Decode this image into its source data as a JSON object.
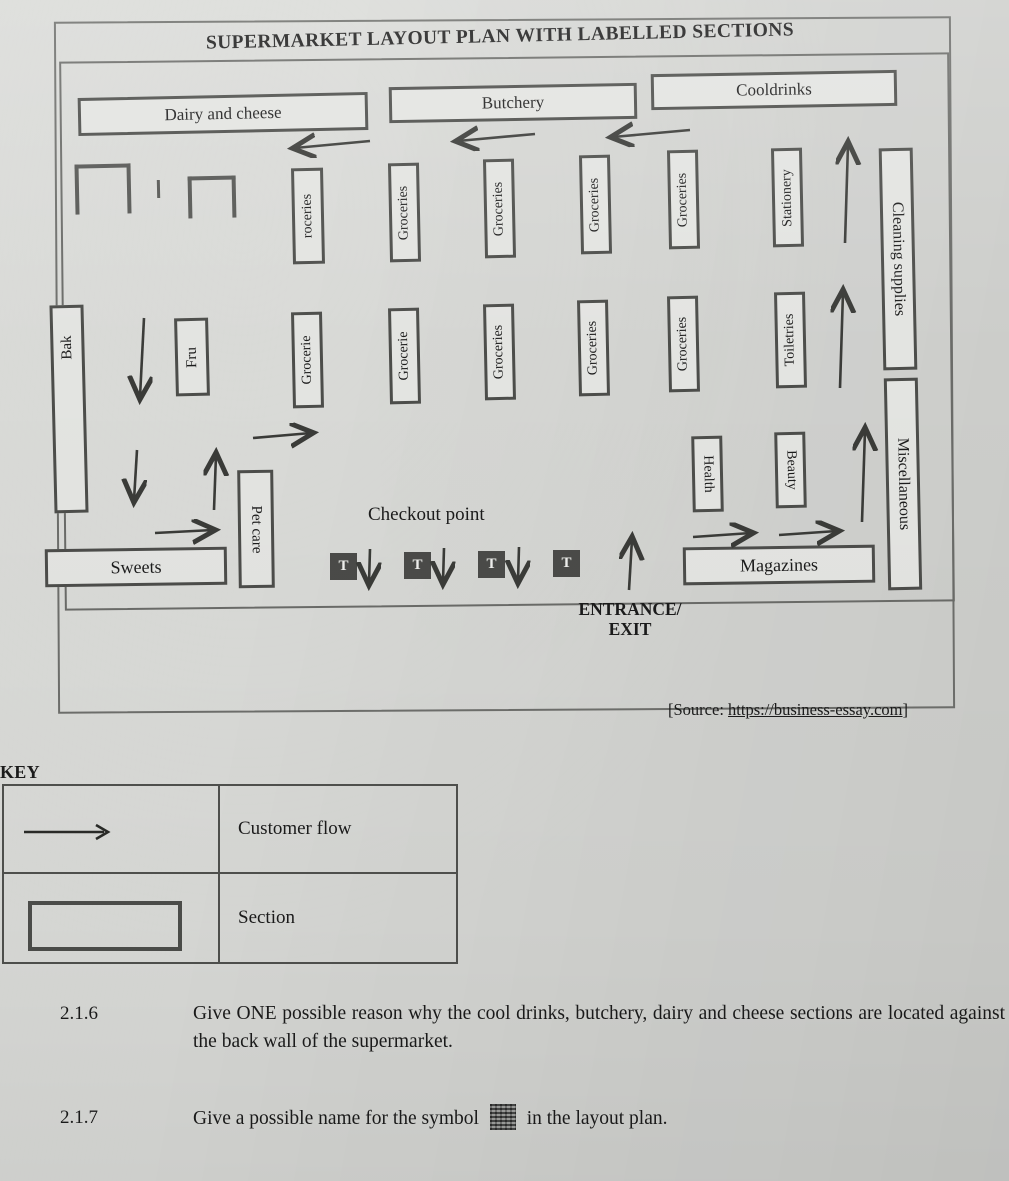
{
  "diagram": {
    "title": "SUPERMARKET LAYOUT PLAN WITH LABELLED SECTIONS",
    "source": "[Source: https://business-essay.com]",
    "source_prefix": "[Source: ",
    "source_url": "https://business-essay.com",
    "source_suffix": "]",
    "checkout_label": "Checkout point",
    "entrance_label": "ENTRANCE/\nEXIT",
    "entrance_line1": "ENTRANCE/",
    "entrance_line2": "EXIT",
    "till_label": "T",
    "tills": [
      "T",
      "T",
      "T",
      "T"
    ],
    "back_wall_sections": [
      {
        "label": "Dairy and cheese"
      },
      {
        "label": "Butchery"
      },
      {
        "label": "Cooldrinks"
      }
    ],
    "aisle_row_1": [
      {
        "label": "roceries"
      },
      {
        "label": "Groceries"
      },
      {
        "label": "Groceries"
      },
      {
        "label": "Groceries"
      },
      {
        "label": "Groceries"
      },
      {
        "label": "Stationery"
      }
    ],
    "aisle_row_2": [
      {
        "label": "Grocerie"
      },
      {
        "label": "Grocerie"
      },
      {
        "label": "Groceries"
      },
      {
        "label": "Groceries"
      },
      {
        "label": "Groceries"
      },
      {
        "label": "Toiletries"
      }
    ],
    "aisle_row_3": [
      {
        "label": "Health"
      },
      {
        "label": "Beauty"
      }
    ],
    "left_sections": [
      {
        "label": "Bak"
      },
      {
        "label": "Fru"
      },
      {
        "label": "Sweets"
      },
      {
        "label": "Pet care"
      }
    ],
    "right_sections": [
      {
        "label": "Cleaning supplies"
      },
      {
        "label": "Miscellaneous"
      }
    ],
    "bottom_sections": [
      {
        "label": "Magazines"
      }
    ]
  },
  "key": {
    "title": "KEY",
    "rows": [
      {
        "symbol": "arrow",
        "label": "Customer flow"
      },
      {
        "symbol": "rectangle",
        "label": "Section"
      }
    ]
  },
  "questions": [
    {
      "number": "2.1.6",
      "text": "Give ONE possible reason why the cool drinks, butchery, dairy and cheese sections are located against the back wall of the supermarket."
    },
    {
      "number": "2.1.7",
      "text_before": "Give a possible name for the symbol",
      "text_after": "in the layout plan."
    }
  ],
  "colors": {
    "paper": "#d9dad7",
    "ink": "#1b1b1b",
    "line": "#4c4d4a",
    "till_fill": "#4a4b48"
  }
}
